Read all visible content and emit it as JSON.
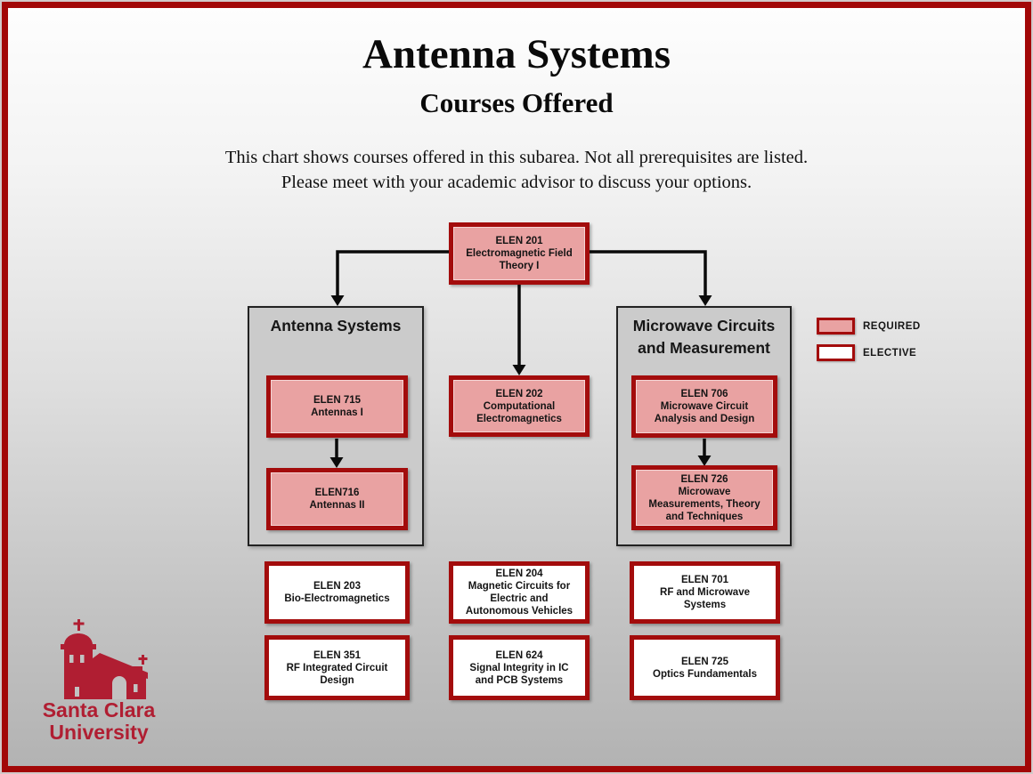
{
  "page": {
    "title": "Antenna Systems",
    "subtitle": "Courses Offered",
    "description_line1": "This chart shows courses offered in this subarea. Not all prerequisites are listed.",
    "description_line2": "Please meet with your academic advisor to discuss your options."
  },
  "legend": {
    "required_label": "REQUIRED",
    "elective_label": "ELECTIVE"
  },
  "groups": {
    "antenna": {
      "title_lines": [
        "Antenna Systems"
      ]
    },
    "microwave": {
      "title_lines": [
        "Microwave Circuits",
        "and Measurement"
      ]
    }
  },
  "courses": {
    "elen201": {
      "type": "required",
      "lines": [
        "ELEN 201",
        "Electromagnetic Field",
        "Theory I"
      ]
    },
    "elen202": {
      "type": "required",
      "lines": [
        "ELEN 202",
        "Computational",
        "Electromagnetics"
      ]
    },
    "elen715": {
      "type": "required",
      "lines": [
        "ELEN 715",
        "Antennas I"
      ]
    },
    "elen716": {
      "type": "required",
      "lines": [
        "ELEN716",
        "Antennas II"
      ]
    },
    "elen706": {
      "type": "required",
      "lines": [
        "ELEN 706",
        "Microwave Circuit",
        "Analysis and Design"
      ]
    },
    "elen726": {
      "type": "required",
      "lines": [
        "ELEN 726",
        "Microwave",
        "Measurements, Theory",
        "and Techniques"
      ]
    },
    "elen203": {
      "type": "elective",
      "lines": [
        "ELEN 203",
        "Bio-Electromagnetics"
      ]
    },
    "elen204": {
      "type": "elective",
      "lines": [
        "ELEN 204",
        "Magnetic Circuits for",
        "Electric and",
        "Autonomous Vehicles"
      ]
    },
    "elen701": {
      "type": "elective",
      "lines": [
        "ELEN 701",
        "RF and Microwave",
        "Systems"
      ]
    },
    "elen351": {
      "type": "elective",
      "lines": [
        "ELEN 351",
        "RF Integrated Circuit",
        "Design"
      ]
    },
    "elen624": {
      "type": "elective",
      "lines": [
        "ELEN 624",
        "Signal Integrity in IC",
        "and PCB Systems"
      ]
    },
    "elen725": {
      "type": "elective",
      "lines": [
        "ELEN 725",
        "Optics Fundamentals"
      ]
    }
  },
  "logo": {
    "line1": "Santa Clara",
    "line2": "University"
  },
  "colors": {
    "required_fill": "#E9A2A2",
    "elective_fill": "#FFFFFF",
    "box_border": "#A30C0C",
    "slide_frame": "#A20707",
    "group_fill": "#CBCBCB",
    "scu_red": "#B01E32",
    "connector": "#0A0A0A"
  }
}
